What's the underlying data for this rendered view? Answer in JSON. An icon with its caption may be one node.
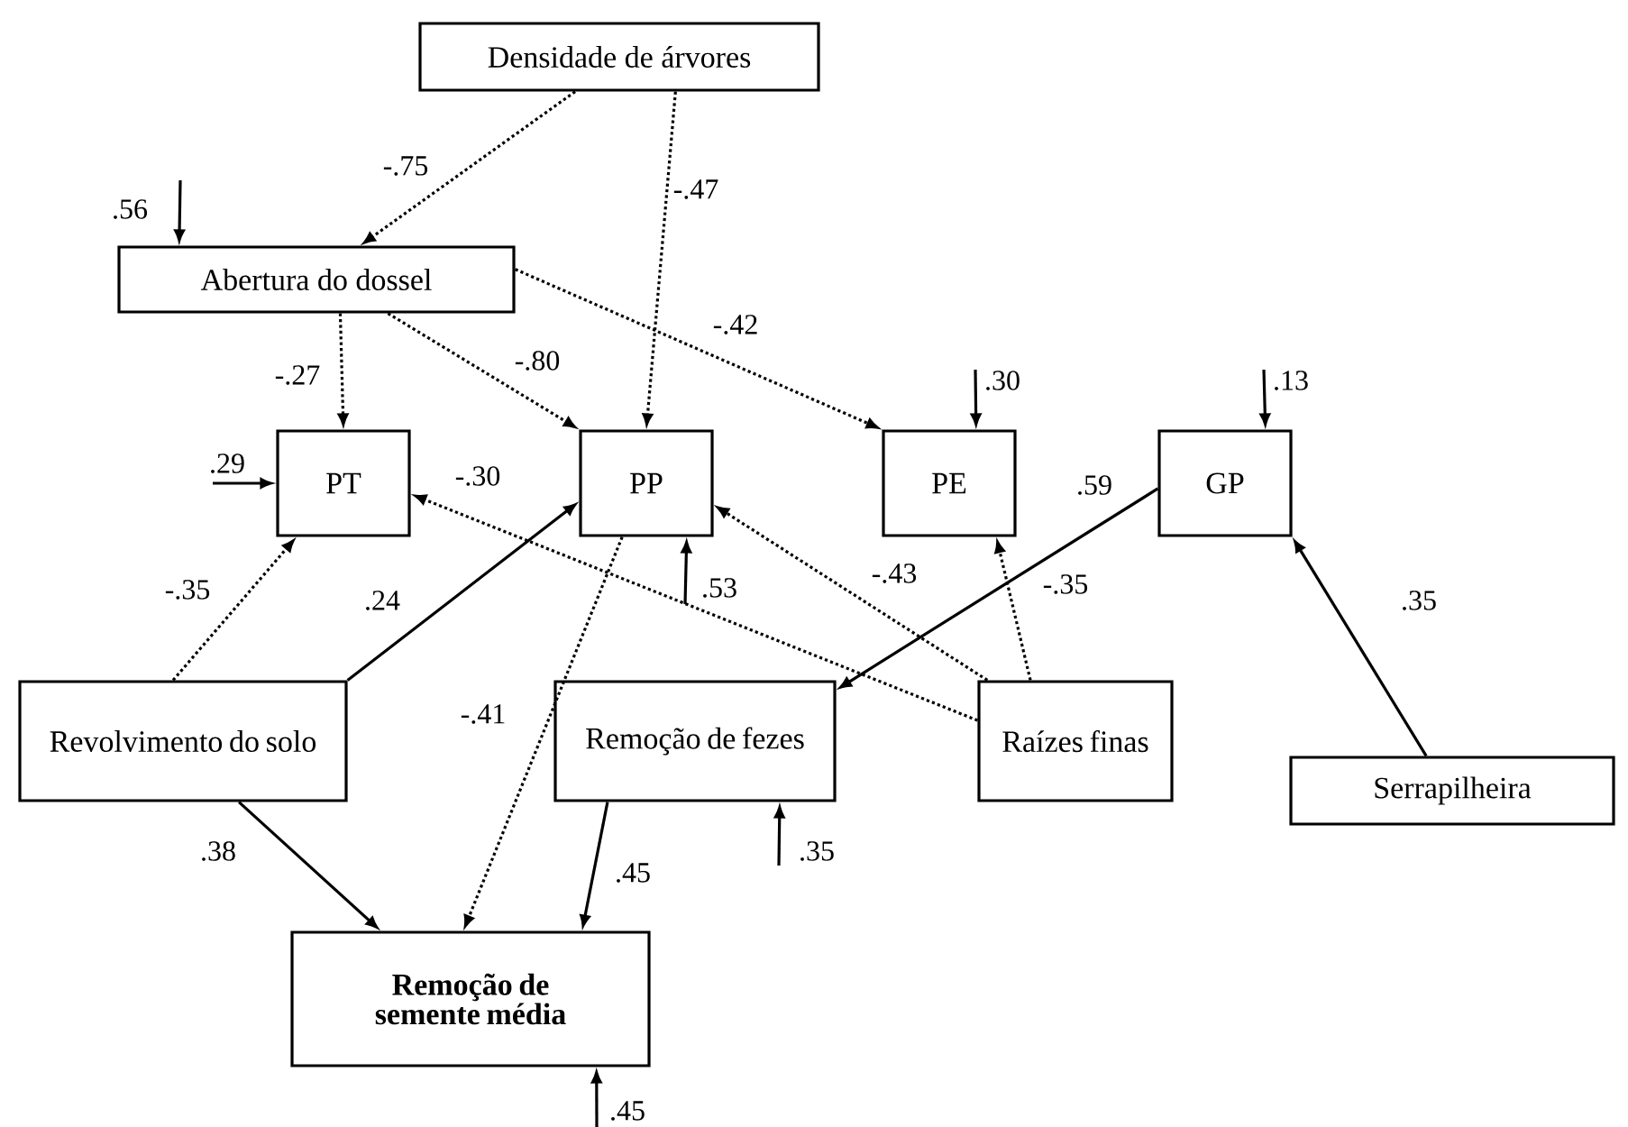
{
  "diagram": {
    "nodes": [
      {
        "text": [
          "Densidade de árvores"
        ]
      },
      {
        "text": [
          "Abertura do dossel"
        ]
      },
      {
        "text": [
          "PT"
        ]
      },
      {
        "text": [
          "PP"
        ]
      },
      {
        "text": [
          "PE"
        ]
      },
      {
        "text": [
          "GP"
        ]
      },
      {
        "text": [
          "Revolvimento do solo"
        ]
      },
      {
        "text": [
          "Remoção de fezes"
        ]
      },
      {
        "text": [
          "Raízes finas"
        ]
      },
      {
        "text": [
          "Serrapilheira"
        ]
      },
      {
        "text": [
          "Remoção de semente média"
        ]
      }
    ],
    "edges": [
      {
        "from": 0,
        "to": 1,
        "arrow": "to",
        "label": "-.75",
        "style": "dashed"
      },
      {
        "from": 0,
        "to": 3,
        "arrow": "to",
        "label": "-.47",
        "style": "dashed"
      },
      {
        "from": null,
        "to": 1,
        "arrow": "to",
        "label": ".56"
      },
      {
        "from": 1,
        "to": 2,
        "arrow": "to",
        "label": "-.27",
        "style": "dashed"
      },
      {
        "from": 1,
        "to": 3,
        "arrow": "to",
        "label": "-.80",
        "style": "dashed"
      },
      {
        "from": 1,
        "to": 4,
        "arrow": "to",
        "label": "-.42",
        "style": "dashed"
      },
      {
        "from": null,
        "to": 4,
        "arrow": "to",
        "label": ".30"
      },
      {
        "from": null,
        "to": 5,
        "arrow": "to",
        "label": ".13"
      },
      {
        "from": null,
        "to": 2,
        "arrow": "to",
        "label": ".29"
      },
      {
        "from": 8,
        "to": 2,
        "arrow": "to",
        "label": "-.30",
        "style": "dashed"
      },
      {
        "from": 5,
        "to": 7,
        "arrow": "to",
        "label": ".59"
      },
      {
        "from": 6,
        "to": 2,
        "arrow": "to",
        "label": "-.35",
        "style": "dashed"
      },
      {
        "from": 6,
        "to": 3,
        "arrow": "to",
        "label": ".24"
      },
      {
        "from": null,
        "to": 3,
        "arrow": "to",
        "label": ".53"
      },
      {
        "from": 8,
        "to": 3,
        "arrow": "to",
        "label": "-.43",
        "style": "dashed"
      },
      {
        "from": 8,
        "to": 4,
        "arrow": "to",
        "label": "-.35",
        "style": "dashed"
      },
      {
        "from": 9,
        "to": 5,
        "arrow": "to",
        "label": ".35"
      },
      {
        "from": 3,
        "to": 10,
        "arrow": "to",
        "label": "-.41",
        "style": "dashed"
      },
      {
        "from": 6,
        "to": 10,
        "arrow": "to",
        "label": ".38"
      },
      {
        "from": 7,
        "to": 10,
        "arrow": "to",
        "label": ".45"
      },
      {
        "from": null,
        "to": 7,
        "arrow": "to",
        "label": ".35"
      },
      {
        "from": null,
        "to": 10,
        "arrow": "to",
        "label": ".45"
      }
    ]
  }
}
